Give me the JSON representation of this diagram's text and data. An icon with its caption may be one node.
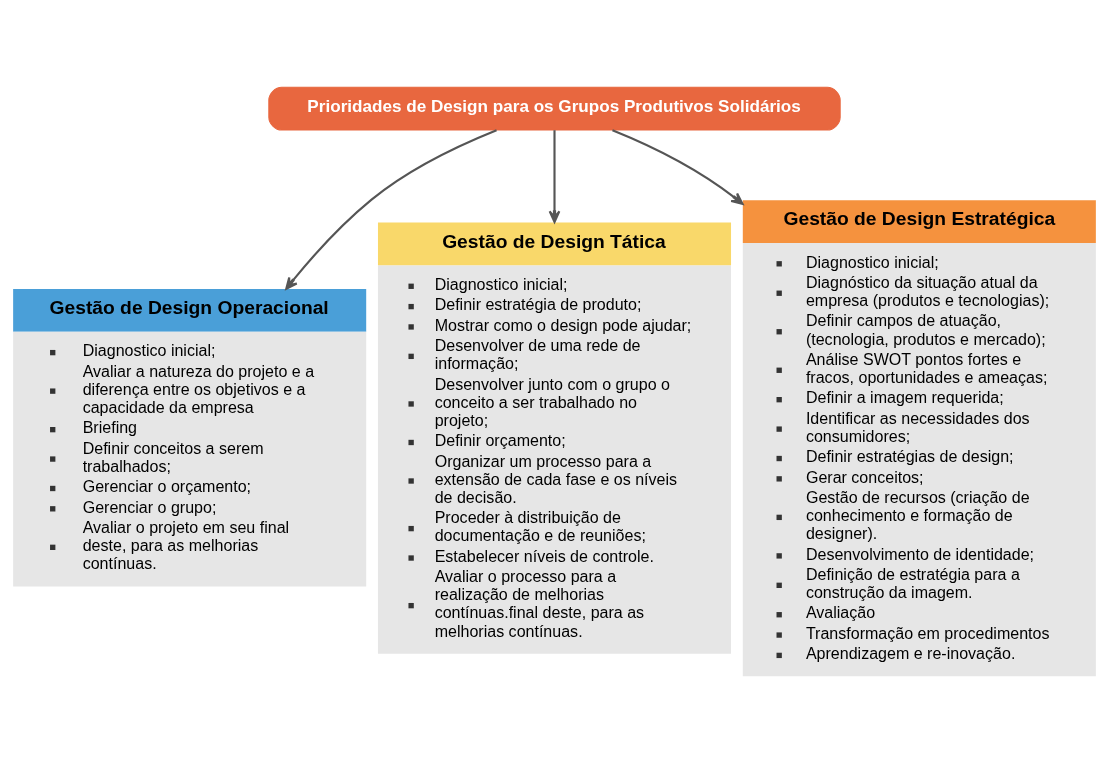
{
  "diagram": {
    "nodes": [
      {
        "text": [
          "Prioridades de Design para os Grupos Produtivos Solidários"
        ]
      },
      {
        "text": [
          "Gestão de Design Operacional",
          "Diagnostico inicial;",
          "Avaliar a natureza do projeto e a diferença entre os objetivos e a capacidade da empresa",
          "Briefing",
          "Definir conceitos a serem trabalhados;",
          "Gerenciar o orçamento;",
          "Gerenciar o grupo;",
          "Avaliar o projeto em seu final deste, para as melhorias contínuas."
        ]
      },
      {
        "text": [
          "Gestão de Design Tática",
          "Diagnostico inicial;",
          "Definir estratégia de produto;",
          "Mostrar como o design pode ajudar;",
          "Desenvolver de uma rede de informação;",
          "Desenvolver junto com o grupo o conceito a ser trabalhado no projeto;",
          "Definir orçamento;",
          "Organizar um processo para a extensão de cada fase e os níveis de decisão.",
          "Proceder à distribuição de documentação e de reuniões;",
          "Estabelecer níveis de controle.",
          "Avaliar o processo para a realização de melhorias contínuas.final deste, para as melhorias contínuas."
        ]
      },
      {
        "text": [
          "Gestão de Design Estratégica",
          "Diagnostico inicial;",
          "Diagnóstico da situação atual da empresa (produtos e tecnologias);",
          "Definir campos de atuação, (tecnologia, produtos e mercado);",
          "Análise SWOT pontos fortes e fracos, oportunidades e ameaças;",
          "Definir a imagem requerida;",
          "Identificar as necessidades dos consumidores;",
          "Definir estratégias de design;",
          "Gerar conceitos;",
          "Gestão de recursos (criação de conhecimento e formação de designer).",
          "Desenvolvimento de identidade;",
          "Definição de estratégia para a construção da imagem.",
          "Avaliação",
          "Transformação em procedimentos",
          "Aprendizagem e re-inovação."
        ]
      }
    ],
    "edges": [
      {
        "from": 0,
        "to": 1,
        "arrow": "to"
      },
      {
        "from": 0,
        "to": 2,
        "arrow": "to"
      },
      {
        "from": 0,
        "to": 3,
        "arrow": "to"
      }
    ]
  }
}
